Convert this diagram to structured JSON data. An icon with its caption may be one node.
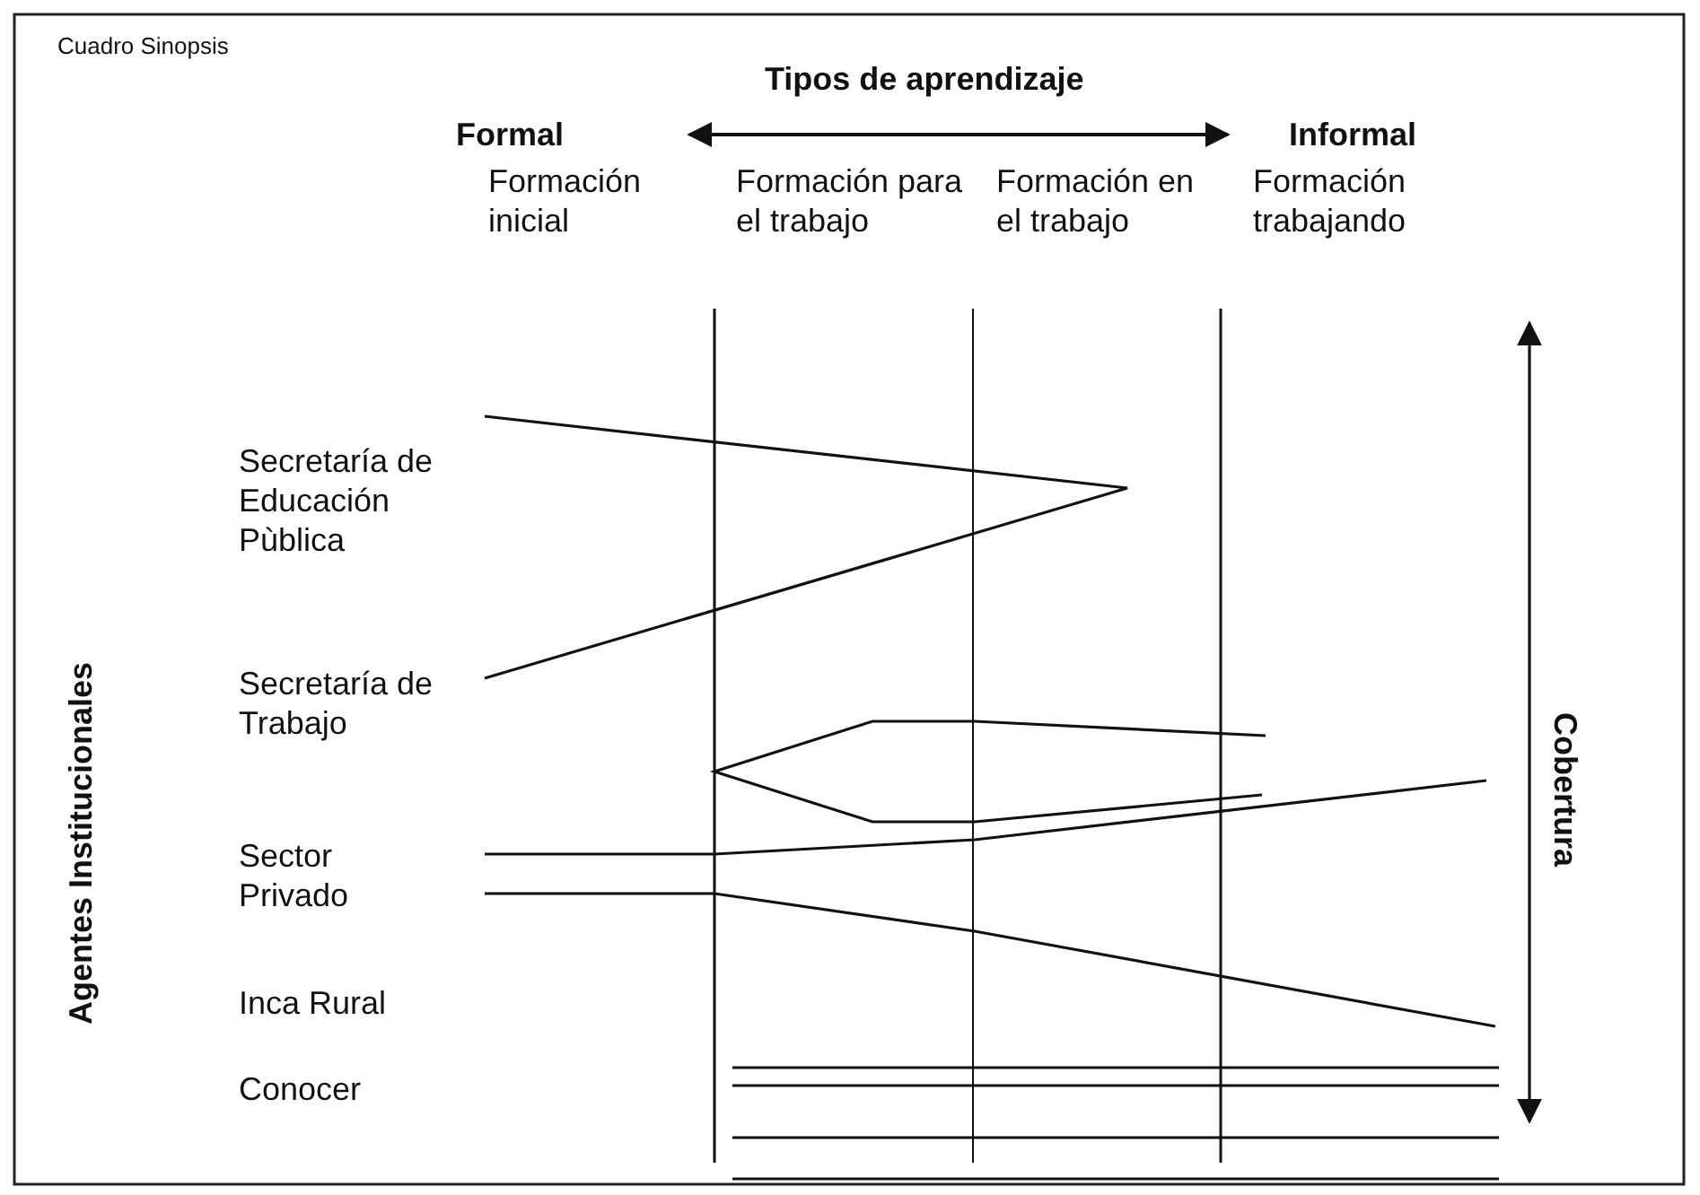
{
  "diagram": {
    "title": "Cuadro Sinopsis",
    "nodes": [
      {
        "text": [
          "Formal"
        ]
      },
      {
        "text": [
          "Informal"
        ]
      }
    ],
    "edges": [
      {
        "from": 0,
        "to": 1,
        "arrow": "both"
      }
    ],
    "labels": [
      "Tipos de aprendizaje",
      "Formación inicial",
      "Formación para el trabajo",
      "Formación en el trabajo",
      "Formación trabajando",
      "Secretaría de Educación Pùblica",
      "Secretaría de Trabajo",
      "Sector Privado",
      "Inca Rural",
      "Conocer",
      "Agentes Institucionales",
      "Cobertura"
    ]
  }
}
